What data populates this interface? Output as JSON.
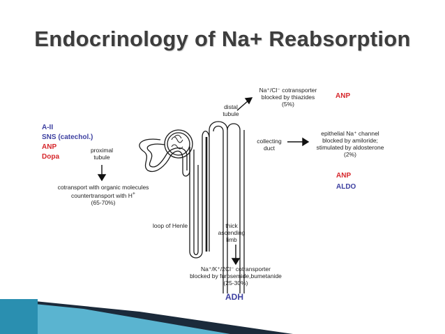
{
  "slide": {
    "title": "Endocrinology of Na+ Reabsorption"
  },
  "colors": {
    "red": "#d6262b",
    "blue": "#3c3fa0",
    "footer_teal": "#2a8fb0",
    "footer_dark": "#1b2a3a"
  },
  "hormones_left": [
    {
      "text": "A-II",
      "color": "blue"
    },
    {
      "text": "SNS (catechol.)",
      "color": "blue"
    },
    {
      "text": "ANP",
      "color": "red"
    },
    {
      "text": "Dopa",
      "color": "red"
    }
  ],
  "proximal": {
    "label_line1": "proximal",
    "label_line2": "tubule",
    "line1": "cotransport with organic molecules",
    "line2": "countertransport with H",
    "line2_sup": "+",
    "percent": "(65-70%)"
  },
  "distal": {
    "label_line1": "distal",
    "label_line2": "tubule",
    "transporter": "Na⁺/Cl⁻ cotransporter",
    "blocked": "blocked by thiazides",
    "percent": "(5%)",
    "hormone": "ANP"
  },
  "collecting": {
    "label_line1": "collecting",
    "label_line2": "duct",
    "channel": "epithelial Na⁺ channel",
    "blocked": "blocked by amiloride;",
    "stimulated": "stimulated by aldosterone",
    "percent": "(2%)",
    "hormone1": "ANP",
    "hormone2": "ALDO"
  },
  "loop": {
    "label": "loop of Henle",
    "thick_line1": "thick",
    "thick_line2": "ascending",
    "thick_line3": "limb",
    "transporter": "Na⁺/K⁺/2Cl⁻ cotransporter",
    "blocked": "blocked by furosemide,bumetanide",
    "percent": "(25-30%)",
    "hormone": "ADH"
  }
}
